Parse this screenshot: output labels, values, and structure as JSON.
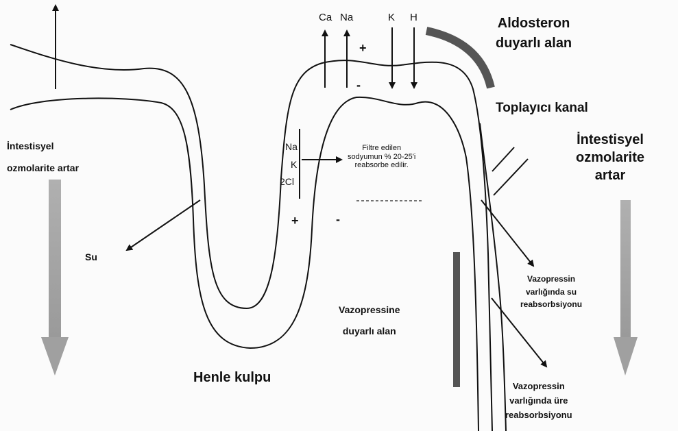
{
  "labels": {
    "aldosteron": "Aldosteron\nduyarlı alan",
    "toplayici": "Toplayıcı kanal",
    "intestisyel_right": "İntestisyel\nozmolarite\nartar",
    "intestisyel_left": "İntestisyel\nozmolarite artar",
    "su": "Su",
    "henle": "Henle kulpu",
    "vazopressine": "Vazopressine\nduyarlı alan",
    "filtre": "Filtre edilen\nsodyumun % 20-25'i\nreabsorbe edilir.",
    "vazo_su": "Vazopressin\nvarlığında su\nreabsorbsiyonu",
    "vazo_ure": "Vazopressin\nvarlığında üre\nreabsorbsiyonu"
  },
  "ions": {
    "ca": "Ca",
    "na": "Na",
    "k": "K",
    "h": "H",
    "na2": "Na",
    "k2": "K",
    "cl2": "2Cl"
  },
  "charges": {
    "plus_top": "+",
    "minus_top": "-",
    "plus_bottom": "+",
    "minus_bottom": "-"
  },
  "colors": {
    "line": "#111111",
    "gradient_arrow_top": "#a8a8a8",
    "gradient_arrow_bottom": "#d0d0d0",
    "thick_bar": "#555555"
  }
}
